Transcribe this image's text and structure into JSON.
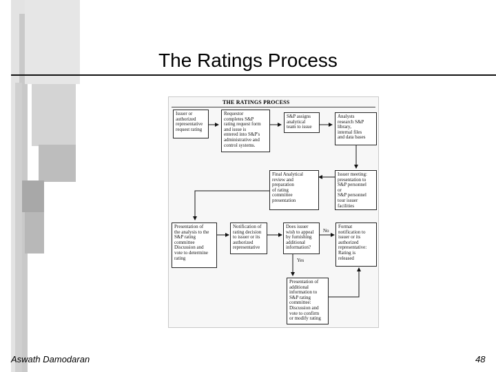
{
  "slide": {
    "title": "The Ratings Process",
    "author": "Aswath Damodaran",
    "page_number": "48"
  },
  "figure": {
    "title": "THE RATINGS PROCESS",
    "boxes": {
      "issuer_request": "Issuer or\nauthorized\nrepresentative\nrequest rating",
      "requestor": "Requestor\ncompletes S&P\nrating request form\nand issue is\nentered into S&P's\nadministrative and\ncontrol systems.",
      "assign_team": "S&P assigns\nanalytical\nteam to issue",
      "analysts_research": "Analysts\nresearch S&P\nlibrary,\ninternal files\nand data bases",
      "final_review": "Final Analytical\nreview and\npreparation\nof rating\ncommittee\npresentation",
      "issuer_meeting": "Issuer meeting:\npresentation to\nS&P personnel\nor\nS&P personnel\ntour issuer\nfacilities",
      "presentation_committee": "Presentation of\nthe analysis to the\nS&P rating\ncommittee\nDiscussion and\nvote to determine\nrating",
      "notification": "Notification of\nrating decision\nto issuer or its\nauthorized\nrepresentative",
      "appeal_question": "Does issuer\nwish to appeal\nby furnishing\nadditional\ninformation?",
      "format_notification": "Format\nnotification to\nissuer or its\nauthorized\nrepresentative:\nRating is\nreleased",
      "additional_info": "Presentation of\nadditional\ninformation to\nS&P rating\ncommittee:\nDiscussion and\nvote to confirm\nor modify rating"
    },
    "labels": {
      "no": "No",
      "yes": "Yes"
    }
  },
  "colors": {
    "background": "#ffffff",
    "bar_light": "#d9d9d9",
    "bar_mid": "#bdbdbd",
    "bar_dark": "#9e9e9e",
    "line": "#111111"
  }
}
